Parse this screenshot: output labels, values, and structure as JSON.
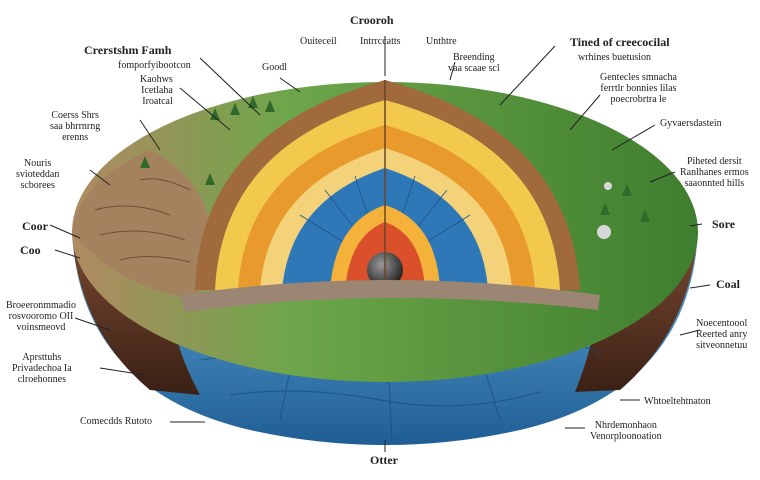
{
  "labels": {
    "top_center": "Crooroh",
    "top_center_sub1": "Ouiteceil",
    "top_center_sub2": "Intrrccatts",
    "top_center_sub3": "Unthtre",
    "top_left_title": "Crerstshm Famh",
    "top_left_sub": "fomporfyibootcon",
    "goodl": "Goodl",
    "kaohws": "Kaohws\nIcetlaha\nIroatcal",
    "coerss": "Coerss Shrs\nsaa bhrrnrng\nerenns",
    "nouris": "Nouris\nsvioteddan\nscborees",
    "core": "Coor",
    "coo": "Coo",
    "left_mid": "Broeeronmmadio\nrosvooromo OII\nvoinsmeovd",
    "left_low": "Aprsttuhs\nPrivadechoa Ia\nclroehonnes",
    "bottom_left": "Comecdds Rutoto",
    "bottom_center": "Otter",
    "breending": "Breending\nvaa scaae scl",
    "top_right_title": "Tined of creecocilal",
    "top_right_sub": "wrhines buetusion",
    "right_a": "Gentecles smnacha\nferrtlr bonnies lilas\npoecrobrtra le",
    "right_b": "Gyvaersdastein",
    "right_c": "Piheted dersit\nRanlhanes ermos\nsaaonnted hills",
    "sore": "Sore",
    "coal": "Coal",
    "right_d": "Noecentoool\nReerted anry\nsitveonnetuu",
    "right_e": "Whtoeltehtnaton",
    "bottom_right": "Nhrdemonhaon\nVenorploonoation"
  },
  "colors": {
    "ocean_blue": "#3f86bf",
    "deep_blue": "#1f5e94",
    "grass_green": "#5a9a3a",
    "soil_brown": "#9a7a58",
    "mantle_orange": "#e89a2c",
    "crust_yellow": "#f2c94c",
    "outer_core_red": "#d9502a",
    "inner_core": "#2b2b2b",
    "rock_dark": "#5a3222"
  }
}
